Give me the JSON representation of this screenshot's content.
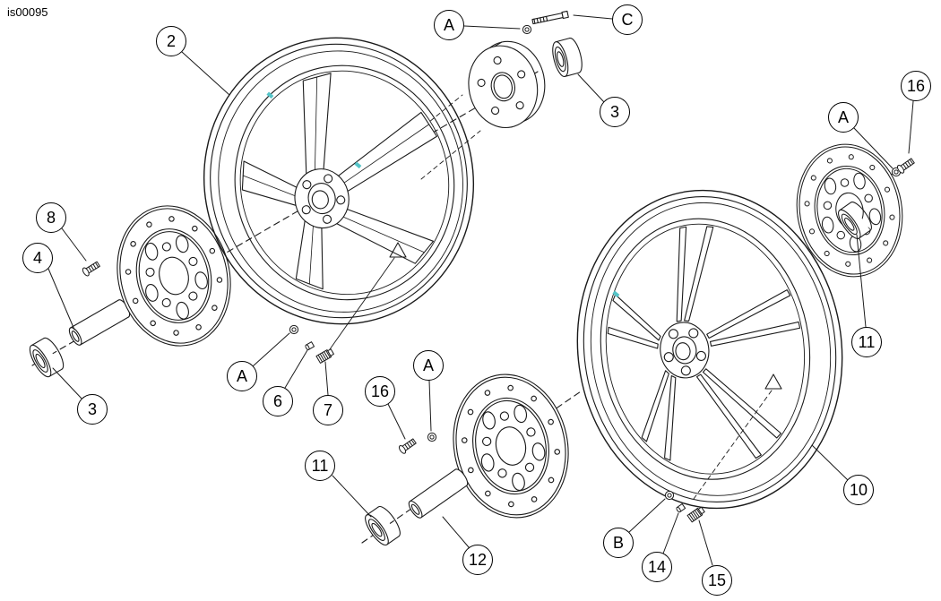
{
  "figure_id": "is00095",
  "colors": {
    "line": "#1a1a1a",
    "accent": "#55c4c8"
  },
  "callouts": {
    "c2": "2",
    "cA1": "A",
    "cC": "C",
    "c3a": "3",
    "cAr": "A",
    "c16r": "16",
    "c11r": "11",
    "c10": "10",
    "c8": "8",
    "c4": "4",
    "c3b": "3",
    "cA2": "A",
    "c6": "6",
    "c7": "7",
    "c16m": "16",
    "cAm": "A",
    "c11b": "11",
    "c12": "12",
    "cB": "B",
    "c14": "14",
    "c15": "15"
  }
}
